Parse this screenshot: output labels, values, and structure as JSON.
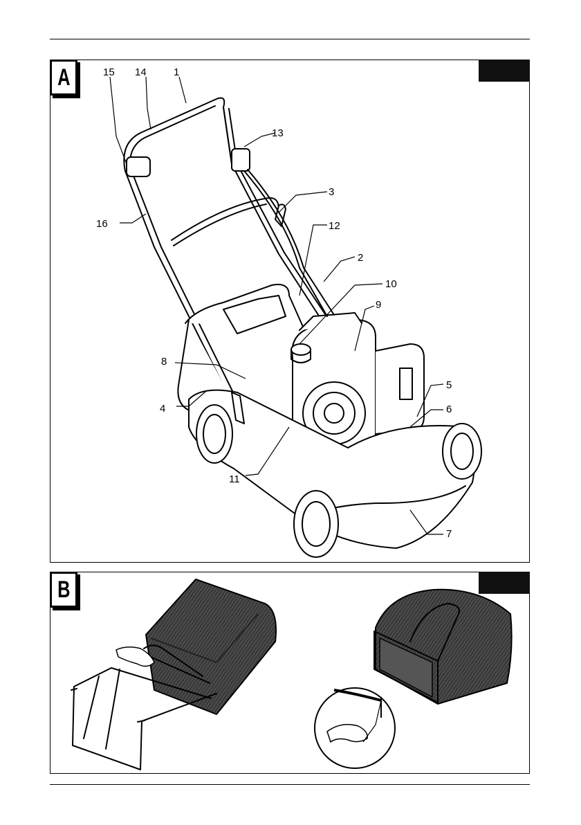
{
  "figure_a": {
    "letter": "A",
    "callouts": [
      "1",
      "2",
      "3",
      "4",
      "5",
      "6",
      "7",
      "8",
      "9",
      "10",
      "11",
      "12",
      "13",
      "14",
      "15",
      "16"
    ]
  },
  "figure_b": {
    "letter": "B"
  }
}
